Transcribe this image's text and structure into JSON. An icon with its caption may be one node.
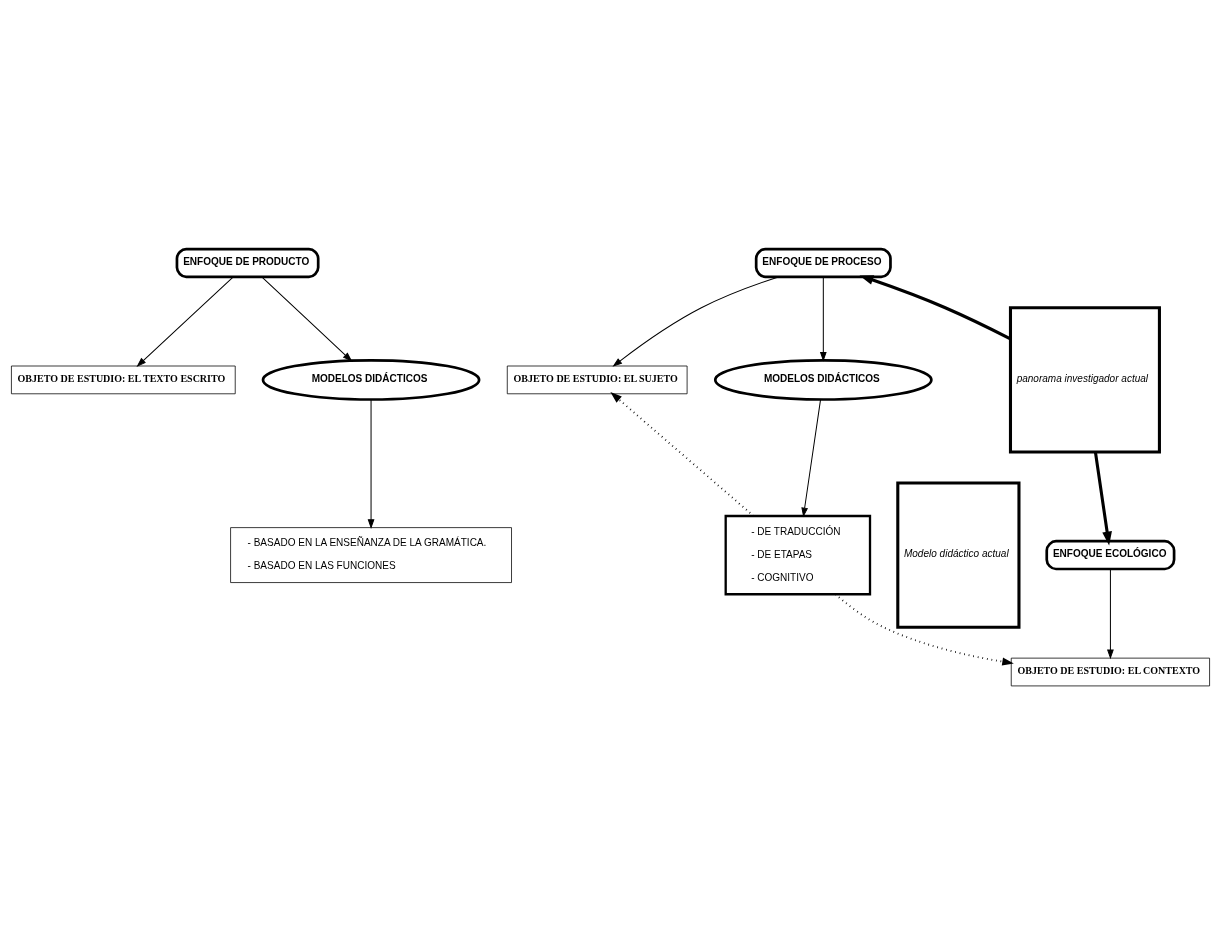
{
  "diagram": {
    "nodes": [
      {
        "text": [
          "ENFOQUE DE PRODUCTO"
        ]
      },
      {
        "text": [
          "OBJETO DE ESTUDIO: EL TEXTO ESCRITO"
        ]
      },
      {
        "text": [
          "MODELOS DIDÁCTICOS"
        ]
      },
      {
        "text": [
          "- BASADO EN LA ENSEÑANZA DE LA GRAMÁTICA.",
          "- BASADO EN LAS FUNCIONES"
        ]
      },
      {
        "text": [
          "ENFOQUE DE PROCESO"
        ]
      },
      {
        "text": [
          "OBJETO DE ESTUDIO: EL SUJETO"
        ]
      },
      {
        "text": [
          "MODELOS DIDÁCTICOS"
        ]
      },
      {
        "text": [
          "- DE TRADUCCIÓN",
          "- DE ETAPAS",
          "- COGNITIVO"
        ]
      },
      {
        "text": [
          "panorama investigador actual"
        ]
      },
      {
        "text": [
          "ENFOQUE ECOLÓGICO"
        ]
      },
      {
        "text": [
          "OBJETO DE ESTUDIO: EL CONTEXTO"
        ]
      },
      {
        "text": [
          "Modelo didáctico actual"
        ]
      }
    ],
    "edges": [
      {
        "from": 0,
        "to": 1,
        "arrow": "to"
      },
      {
        "from": 0,
        "to": 2,
        "arrow": "to"
      },
      {
        "from": 2,
        "to": 3,
        "arrow": "to"
      },
      {
        "from": 4,
        "to": 5,
        "arrow": "to"
      },
      {
        "from": 4,
        "to": 6,
        "arrow": "to"
      },
      {
        "from": 6,
        "to": 7,
        "arrow": "to"
      },
      {
        "from": 8,
        "to": 4,
        "arrow": "to",
        "style": "thick"
      },
      {
        "from": 8,
        "to": 9,
        "arrow": "to",
        "style": "thick"
      },
      {
        "from": 9,
        "to": 10,
        "arrow": "to"
      },
      {
        "from": 7,
        "to": 5,
        "arrow": "to",
        "style": "dashed"
      },
      {
        "from": 7,
        "to": 10,
        "arrow": "to",
        "style": "dashed"
      }
    ]
  }
}
